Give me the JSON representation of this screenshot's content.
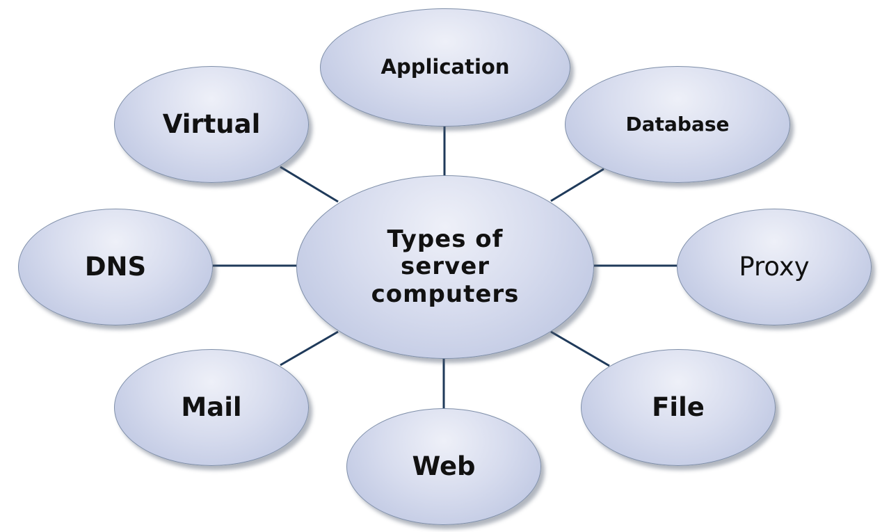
{
  "diagram": {
    "center": {
      "label": "Types of\nserver\ncomputers"
    },
    "nodes": [
      {
        "id": "application",
        "label": "Application"
      },
      {
        "id": "database",
        "label": "Database"
      },
      {
        "id": "proxy",
        "label": "Proxy"
      },
      {
        "id": "file",
        "label": "File"
      },
      {
        "id": "web",
        "label": "Web"
      },
      {
        "id": "mail",
        "label": "Mail"
      },
      {
        "id": "dns",
        "label": "DNS"
      },
      {
        "id": "virtual",
        "label": "Virtual"
      }
    ],
    "colors": {
      "bubble_fill": "#d7dcee",
      "bubble_border": "#7e8ea8",
      "connector": "#1f3a5a",
      "text": "#111111"
    }
  }
}
